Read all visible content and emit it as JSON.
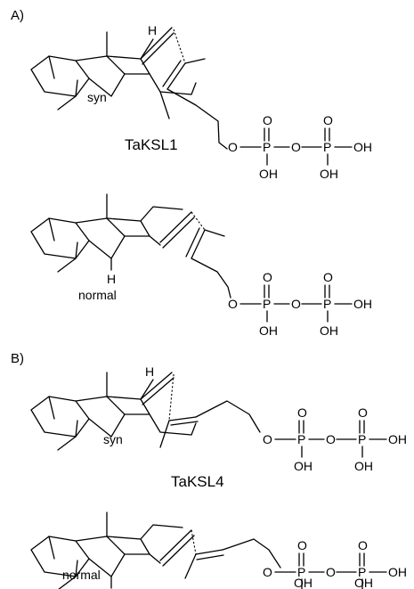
{
  "panels": [
    {
      "id": "A",
      "label": "A)",
      "enzyme": "TaKSL1",
      "structures": [
        {
          "label": "syn"
        },
        {
          "label": "normal"
        }
      ]
    },
    {
      "id": "B",
      "label": "B)",
      "enzyme": "TaKSL4",
      "structures": [
        {
          "label": "syn"
        },
        {
          "label": "normal"
        }
      ]
    }
  ],
  "atoms": {
    "hydrogen": "H",
    "oxygen": "O",
    "phosphorus": "P",
    "hydroxyl": "OH"
  }
}
